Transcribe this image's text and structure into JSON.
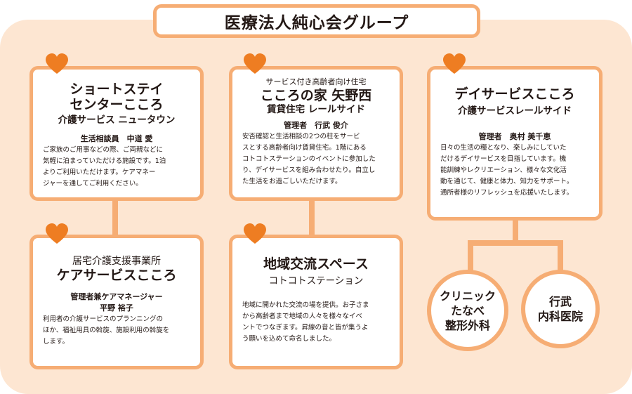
{
  "title": "医療法人純心会グループ",
  "colors": {
    "accent": "#f6ad74",
    "heart": "#ee7d22",
    "background": "#fde6d2"
  },
  "cards": {
    "shortstay": {
      "name_line1": "ショートステイ",
      "name_line2": "センターこころ",
      "subtitle": "介護サービス ニュータウン",
      "person": "生活相談員　中道 愛",
      "desc": [
        "ご家族のご用事などの際、ご両親などに",
        "気軽に泊まっていただける施設です。1泊",
        "よりご利用いただけます。ケアマネー",
        "ジャーを通してご利用ください。"
      ]
    },
    "home": {
      "pre": "サービス付き高齢者向け住宅",
      "name": "こころの家 矢野西",
      "subtitle": "賃貸住宅 レールサイド",
      "person": "管理者　行武 俊介",
      "desc": [
        "安否確認と生活相談の2つの柱をサービ",
        "スとする高齢者向け賃貸住宅。1階にある",
        "コトコトステーションのイベントに参加した",
        "り、デイサービスを組み合わせたり。自立し",
        "た生活をお過ごしいただけます。"
      ]
    },
    "day": {
      "name": "デイサービスこころ",
      "subtitle": "介護サービスレールサイド",
      "person": "管理者　奥村 美千恵",
      "desc": [
        "日々の生活の糧となり、楽しみにしていた",
        "だけるデイサービスを目指しています。機",
        "能訓練やレクリエーション、様々な文化活",
        "動を通じて、健康と体力、知力をサポート。",
        "通所者様のリフレッシュを応援いたします。"
      ]
    },
    "care": {
      "pre": "居宅介護支援事業所",
      "name": "ケアサービスこころ",
      "person_role": "管理者兼ケアマネージャー",
      "person_name": "平野 裕子",
      "desc": [
        "利用者の介護サービスのプランニングの",
        "ほか、福祉用具の斡旋、施設利用の斡旋を",
        "します。"
      ]
    },
    "space": {
      "name": "地域交流スペース",
      "subtitle": "コトコトステーション",
      "desc": [
        "地域に開かれた交流の場を提供。お子さま",
        "から高齢者まで地域の人々を様々なイベ",
        "ントでつなぎます。昇線の音と皆が集うよ",
        "う願いを込めて命名しました。"
      ]
    }
  },
  "clinics": {
    "tanabe": [
      "クリニック",
      "たなべ",
      "整形外科"
    ],
    "yukitake": [
      "行武",
      "内科医院"
    ]
  }
}
